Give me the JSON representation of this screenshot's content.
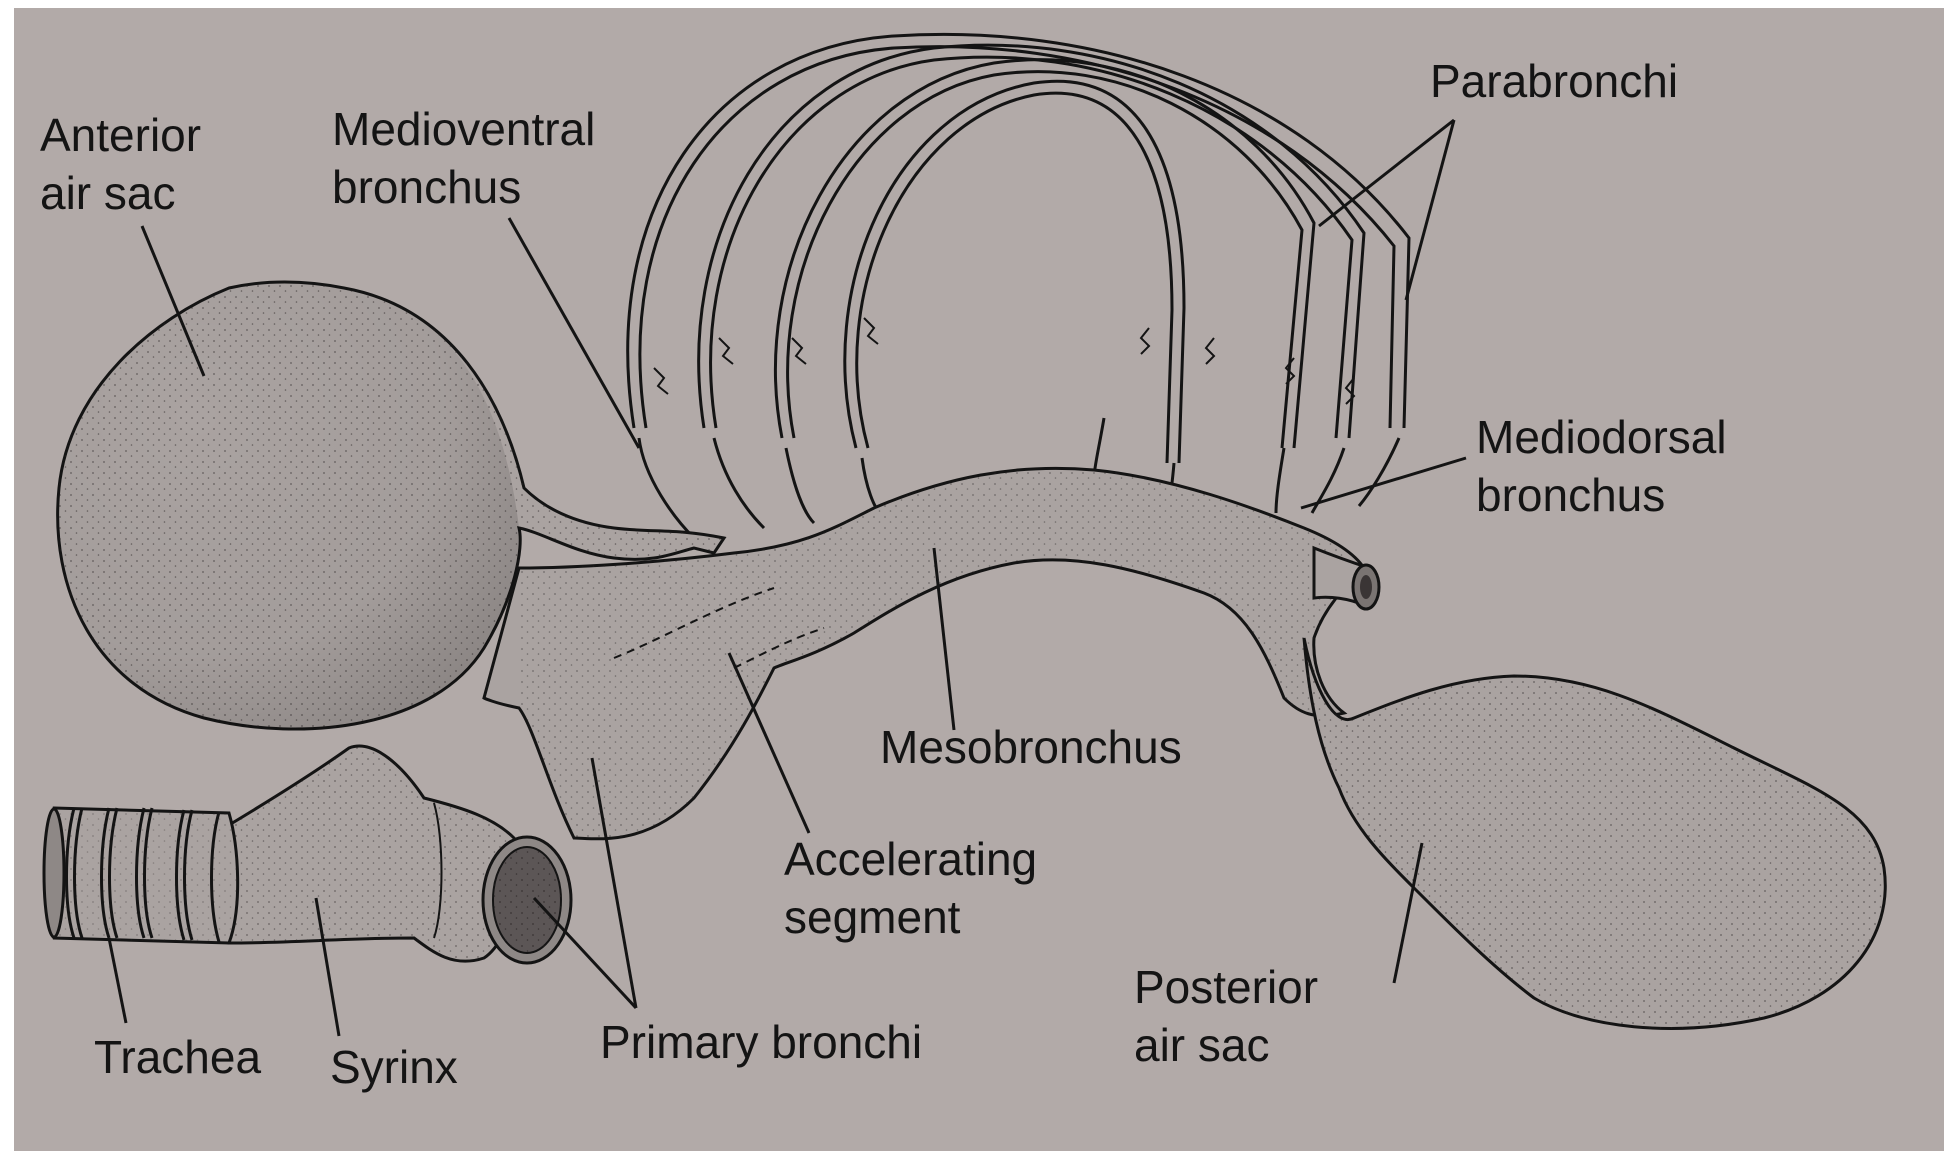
{
  "labels": {
    "anterior_air_sac": [
      "Anterior",
      "air sac"
    ],
    "medioventral_bronchus": [
      "Medioventral",
      "bronchus"
    ],
    "parabronchi": "Parabronchi",
    "mediodorsal_bronchus": [
      "Mediodorsal",
      "bronchus"
    ],
    "mesobronchus": "Mesobronchus",
    "accelerating_segment": [
      "Accelerating",
      "segment"
    ],
    "posterior_air_sac": [
      "Posterior",
      "air sac"
    ],
    "trachea": "Trachea",
    "syrinx": "Syrinx",
    "primary_bronchi": "Primary bronchi"
  },
  "colors": {
    "page": "#b2aaa8",
    "ink": "#141414",
    "fill": "#aaa3a1"
  }
}
